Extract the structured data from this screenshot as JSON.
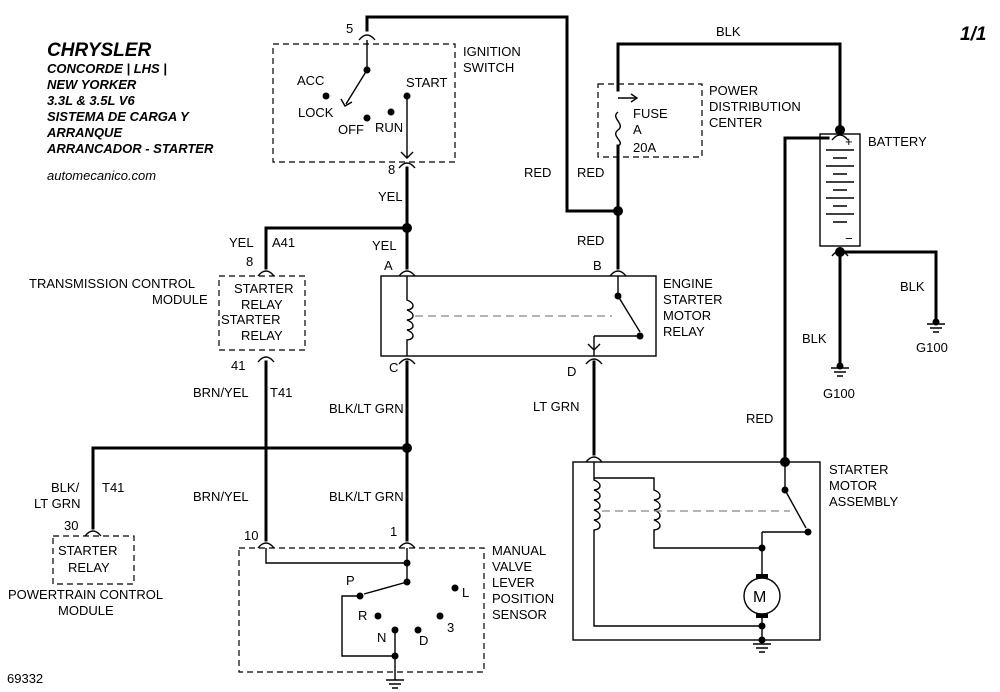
{
  "header": {
    "make": "CHRYSLER",
    "models_1": "CONCORDE  | LHS |",
    "models_2": "NEW YORKER",
    "engines": "3.3L & 3.5L  V6",
    "system_es_1": "SISTEMA DE CARGA Y",
    "system_es_2": "ARRANQUE",
    "system_en": "ARRANCADOR - STARTER",
    "site": "automecanico.com",
    "page": "1/1",
    "figure_id": "69332"
  },
  "components": {
    "ignition_switch": {
      "line1": "IGNITION",
      "line2": "SWITCH",
      "acc": "ACC",
      "lock": "LOCK",
      "off": "OFF",
      "run": "RUN",
      "start": "START",
      "pin_top": "5",
      "pin_bottom": "8"
    },
    "pdc": {
      "line1": "POWER",
      "line2": "DISTRIBUTION",
      "line3": "CENTER",
      "fuse": "FUSE",
      "fuse_id": "A",
      "fuse_rating": "20A"
    },
    "battery": {
      "label": "BATTERY",
      "plus": "+",
      "minus": "−"
    },
    "tcm": {
      "line1": "TRANSMISSION CONTROL",
      "line2": "MODULE",
      "relay1a": "STARTER",
      "relay1b": "RELAY",
      "relay2a": "STARTER",
      "relay2b": "RELAY",
      "pin_top": "8",
      "pin_bottom": "41"
    },
    "esmr": {
      "line1": "ENGINE",
      "line2": "STARTER",
      "line3": "MOTOR",
      "line4": "RELAY",
      "pin_a": "A",
      "pin_b": "B",
      "pin_c": "C",
      "pin_d": "D"
    },
    "pcm": {
      "relay_a": "STARTER",
      "relay_b": "RELAY",
      "line1": "POWERTRAIN CONTROL",
      "line2": "MODULE",
      "pin": "30"
    },
    "starter": {
      "line1": "STARTER",
      "line2": "MOTOR",
      "line3": "ASSEMBLY",
      "motor": "M"
    },
    "mvlps": {
      "line1": "MANUAL",
      "line2": "VALVE",
      "line3": "LEVER",
      "line4": "POSITION",
      "line5": "SENSOR",
      "p": "P",
      "r": "R",
      "n": "N",
      "d": "D",
      "three": "3",
      "l": "L",
      "pin_left": "10",
      "pin_right": "1"
    }
  },
  "wires": {
    "blk_top": "BLK",
    "red_left": "RED",
    "red_right": "RED",
    "red_esmr": "RED",
    "yel_1": "YEL",
    "yel_2": "YEL",
    "yel_tcm": "YEL",
    "a41": "A41",
    "blk_ltgrn_1": "BLK/LT GRN",
    "blk_ltgrn_2": "BLK/LT GRN",
    "brn_yel_1": "BRN/YEL",
    "brn_yel_2": "BRN/YEL",
    "t41_1": "T41",
    "t41_2": "T41",
    "pcm_wire_1": "BLK/",
    "pcm_wire_2": "LT GRN",
    "lt_grn": "LT GRN",
    "blk_battery": "BLK",
    "blk_ground": "BLK",
    "red_starter": "RED",
    "g100_a": "G100",
    "g100_b": "G100"
  }
}
